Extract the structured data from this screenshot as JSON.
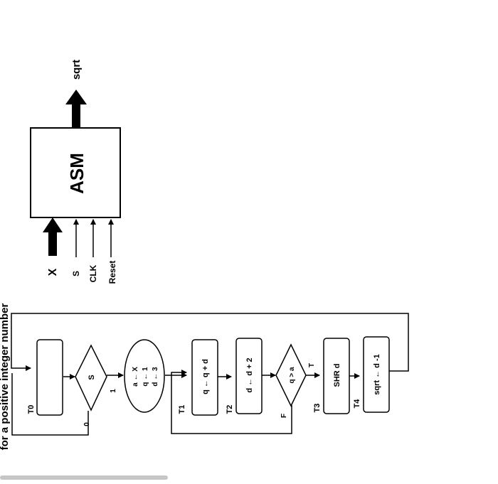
{
  "block": {
    "title": "ASM",
    "title_color": "#e3141b",
    "output": "sqrt",
    "inputs": [
      "X",
      "S",
      "CLK",
      "Reset"
    ]
  },
  "header_fragment": "for a positive integer number",
  "chart": {
    "states": [
      "T0",
      "T1",
      "T2",
      "T3",
      "T4"
    ],
    "decision_s": "S",
    "decision_s_true": "1",
    "decision_s_false": "0",
    "init_ops": [
      "a ← X",
      "q ← 1",
      "d ← 3"
    ],
    "op_t1": "q ← q + d",
    "op_t2": "d ← d + 2",
    "decision_q": "q > a",
    "decision_q_true": "T",
    "decision_q_false": "F",
    "op_t3": "SHR d",
    "op_t4": "sqrt ← d -1"
  }
}
